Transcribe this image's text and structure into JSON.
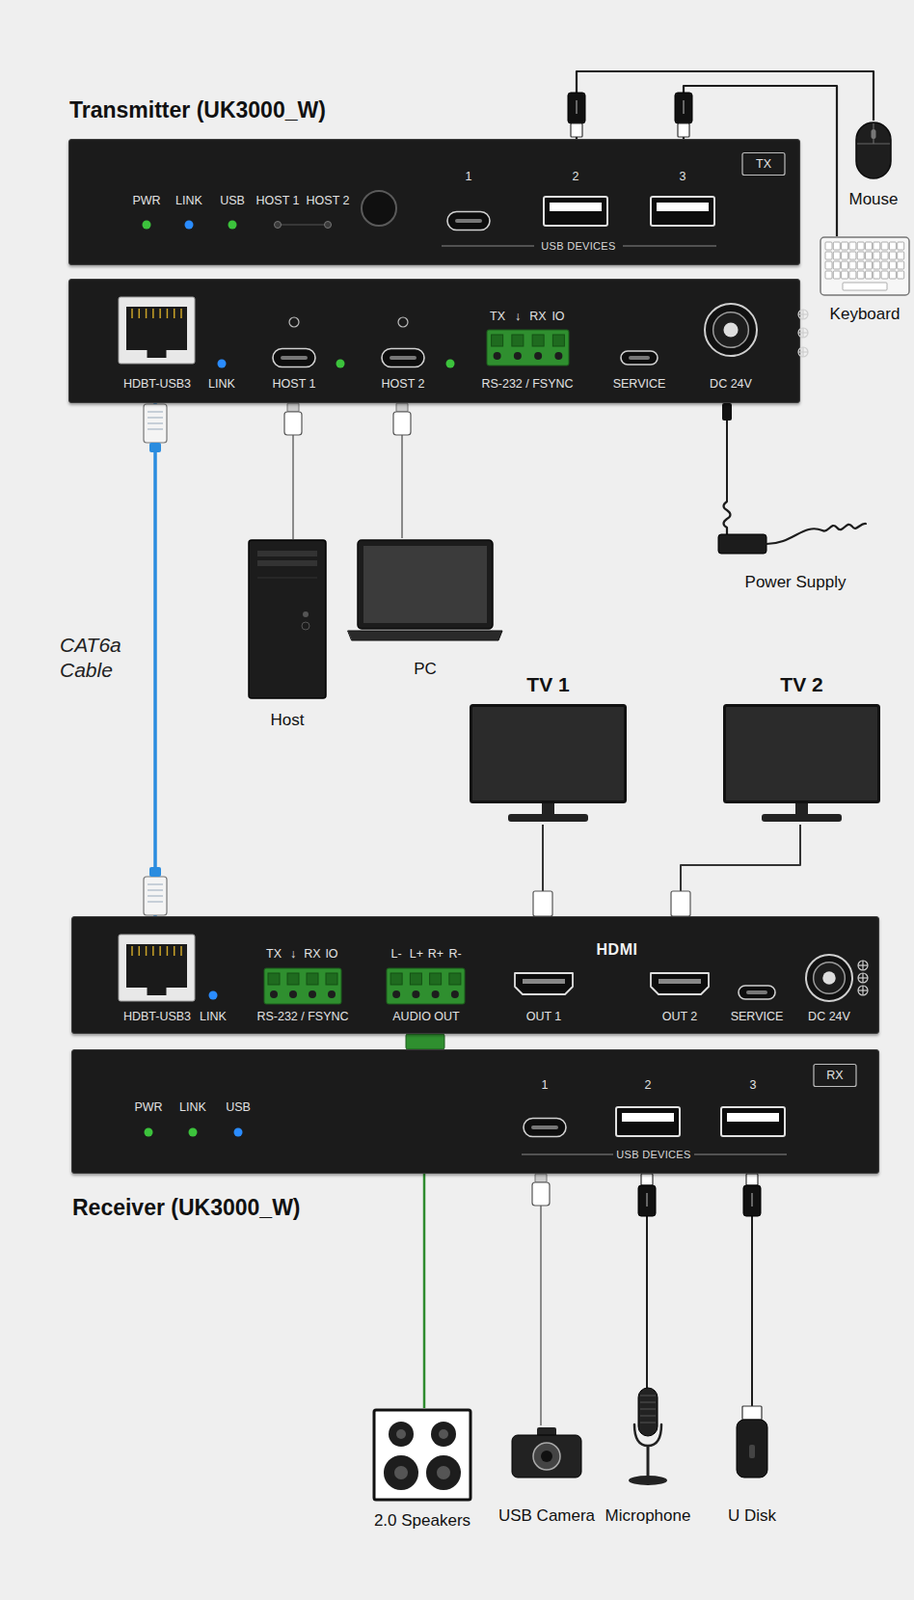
{
  "diagram": {
    "nodes": [
      {
        "text": [
          "Transmitter (UK3000_W)",
          "PWR",
          "LINK",
          "USB",
          "HOST 1",
          "HOST 2",
          "1",
          "2",
          "3",
          "USB DEVICES",
          "TX"
        ]
      },
      {
        "text": [
          "Mouse"
        ]
      },
      {
        "text": [
          "Keyboard"
        ]
      },
      {
        "text": [
          "HDBT-USB3",
          "LINK",
          "HOST 1",
          "HOST 2",
          "TX",
          "↓",
          "RX",
          "IO",
          "RS-232 / FSYNC",
          "SERVICE",
          "DC 24V"
        ]
      },
      {
        "text": [
          "Host"
        ]
      },
      {
        "text": [
          "PC"
        ]
      },
      {
        "text": [
          "Power Supply"
        ]
      },
      {
        "text": [
          "TV 1"
        ]
      },
      {
        "text": [
          "TV 2"
        ]
      },
      {
        "text": [
          "HDBT-USB3",
          "LINK",
          "TX",
          "↓",
          "RX",
          "IO",
          "RS-232 / FSYNC",
          "L-",
          "L+",
          "R+",
          "R-",
          "AUDIO OUT",
          "HDMI",
          "OUT 1",
          "OUT 2",
          "SERVICE",
          "DC 24V"
        ]
      },
      {
        "text": [
          "PWR",
          "LINK",
          "USB",
          "1",
          "2",
          "3",
          "USB DEVICES",
          "RX",
          "Receiver (UK3000_W)"
        ]
      },
      {
        "text": [
          "2.0 Speakers"
        ]
      },
      {
        "text": [
          "USB Camera"
        ]
      },
      {
        "text": [
          "Microphone"
        ]
      },
      {
        "text": [
          "U Disk"
        ]
      }
    ],
    "edges": [
      {
        "from": 0,
        "to": 1,
        "arrow": "none"
      },
      {
        "from": 0,
        "to": 2,
        "arrow": "none"
      },
      {
        "from": 3,
        "to": 4,
        "arrow": "none"
      },
      {
        "from": 3,
        "to": 5,
        "arrow": "none"
      },
      {
        "from": 3,
        "to": 6,
        "arrow": "none"
      },
      {
        "from": 3,
        "to": 9,
        "label": "CAT6a Cable",
        "arrow": "none"
      },
      {
        "from": 9,
        "to": 7,
        "arrow": "none"
      },
      {
        "from": 9,
        "to": 8,
        "arrow": "none"
      },
      {
        "from": 9,
        "to": 11,
        "arrow": "none"
      },
      {
        "from": 10,
        "to": 12,
        "arrow": "none"
      },
      {
        "from": 10,
        "to": 13,
        "arrow": "none"
      },
      {
        "from": 10,
        "to": 14,
        "arrow": "none"
      }
    ]
  }
}
